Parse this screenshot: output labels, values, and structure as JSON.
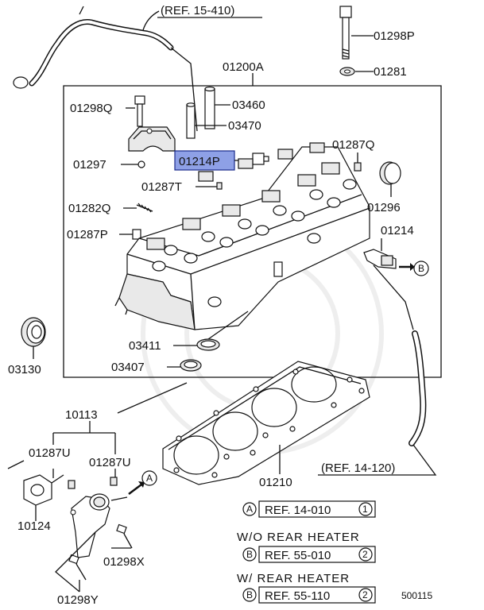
{
  "labels": {
    "ref_15_410": "(REF. 15-410)",
    "p01298P": "01298P",
    "p01281": "01281",
    "p01200A": "01200A",
    "p01298Q": "01298Q",
    "p03460": "03460",
    "p03470": "03470",
    "p01287Q": "01287Q",
    "p01214P": "01214P",
    "p01297": "01297",
    "p01287T": "01287T",
    "p01296": "01296",
    "p01282Q": "01282Q",
    "p01214": "01214",
    "p01287P": "01287P",
    "circB": "B",
    "p03130": "03130",
    "p03411": "03411",
    "p03407": "03407",
    "p10113": "10113",
    "p01287U_left": "01287U",
    "p01287U_right": "01287U",
    "circA": "A",
    "p10124": "10124",
    "p01210": "01210",
    "ref_14_120": "(REF. 14-120)",
    "p01298X": "01298X",
    "p01298Y": "01298Y",
    "code": "500115"
  },
  "legend": {
    "rowA": {
      "circle": "A",
      "ref": "REF. 14-010",
      "num": "1"
    },
    "wo_heater": "W/O REAR HEATER",
    "rowB1": {
      "circle": "B",
      "ref": "REF. 55-010",
      "num": "2"
    },
    "w_heater": "W/ REAR HEATER",
    "rowB2": {
      "circle": "B",
      "ref": "REF. 55-110",
      "num": "2"
    }
  },
  "colors": {
    "highlight_fill": "#8ea0e6",
    "line": "#111111"
  }
}
